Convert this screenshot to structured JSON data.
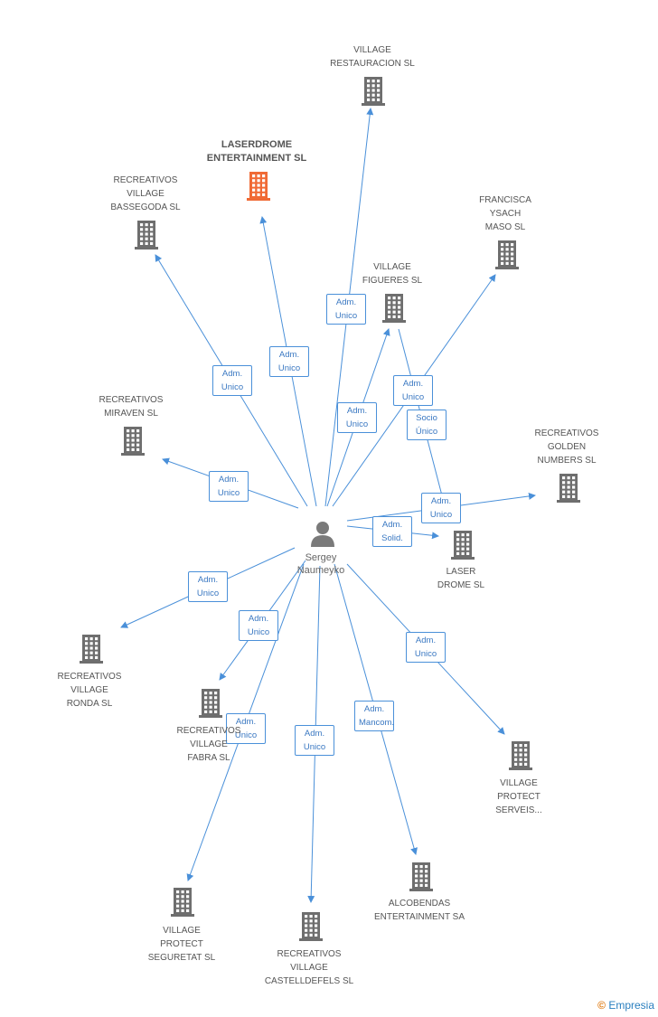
{
  "colors": {
    "edge": "#4a90d9",
    "building": "#6e6e6e",
    "building_main": "#f06a35",
    "person": "#7a7a7a"
  },
  "person": {
    "name": "Sergey\nNaumeyko",
    "icon": "person-icon"
  },
  "companies": [
    {
      "id": "village-restauracion",
      "label": "VILLAGE\nRESTAURACION SL",
      "icon": "building-icon"
    },
    {
      "id": "laserdrome-entertainment",
      "label": "LASERDROME\nENTERTAINMENT SL",
      "icon": "building-icon",
      "highlight": true
    },
    {
      "id": "recreativos-village-bassegoda",
      "label": "RECREATIVOS\nVILLAGE\nBASSEGODA SL",
      "icon": "building-icon"
    },
    {
      "id": "francisca-ysach-maso",
      "label": "FRANCISCA\nYSACH\nMASO SL",
      "icon": "building-icon"
    },
    {
      "id": "village-figueres",
      "label": "VILLAGE\nFIGUERES SL",
      "icon": "building-icon"
    },
    {
      "id": "recreativos-miraven",
      "label": "RECREATIVOS\nMIRAVEN SL",
      "icon": "building-icon"
    },
    {
      "id": "recreativos-golden-numbers",
      "label": "RECREATIVOS\nGOLDEN\nNUMBERS SL",
      "icon": "building-icon"
    },
    {
      "id": "laser-drome",
      "label": "LASER\nDROME SL",
      "icon": "building-icon"
    },
    {
      "id": "recreativos-village-ronda",
      "label": "RECREATIVOS\nVILLAGE\nRONDA SL",
      "icon": "building-icon"
    },
    {
      "id": "recreativos-village-fabra",
      "label": "RECREATIVOS\nVILLAGE\nFABRA SL",
      "icon": "building-icon"
    },
    {
      "id": "village-protect-serveis",
      "label": "VILLAGE\nPROTECT\nSERVEIS...",
      "icon": "building-icon"
    },
    {
      "id": "village-protect-seguretat",
      "label": "VILLAGE\nPROTECT\nSEGURETAT SL",
      "icon": "building-icon"
    },
    {
      "id": "recreativos-village-castelldefels",
      "label": "RECREATIVOS\nVILLAGE\nCASTELLDEFELS SL",
      "icon": "building-icon"
    },
    {
      "id": "alcobendas-entertainment",
      "label": "ALCOBENDAS\nENTERTAINMENT SA",
      "icon": "building-icon"
    }
  ],
  "edges": [
    {
      "from": "person",
      "to": "village-restauracion",
      "label": "Adm.\nUnico"
    },
    {
      "from": "person",
      "to": "laserdrome-entertainment",
      "label": "Adm.\nUnico"
    },
    {
      "from": "person",
      "to": "recreativos-village-bassegoda",
      "label": "Adm.\nUnico"
    },
    {
      "from": "person",
      "to": "village-figueres",
      "label": "Adm.\nUnico"
    },
    {
      "from": "person",
      "to": "francisca-ysach-maso",
      "label": "Adm.\nUnico"
    },
    {
      "from": "village-figueres",
      "to": "laser-drome",
      "label": "Socio\nÚnico"
    },
    {
      "from": "person",
      "to": "recreativos-miraven",
      "label": "Adm.\nUnico"
    },
    {
      "from": "person",
      "to": "recreativos-golden-numbers",
      "label": "Adm.\nUnico"
    },
    {
      "from": "person",
      "to": "laser-drome",
      "label": "Adm.\nSolid."
    },
    {
      "from": "person",
      "to": "recreativos-village-ronda",
      "label": "Adm.\nUnico"
    },
    {
      "from": "person",
      "to": "recreativos-village-fabra",
      "label": "Adm.\nUnico"
    },
    {
      "from": "person",
      "to": "village-protect-serveis",
      "label": "Adm.\nUnico"
    },
    {
      "from": "person",
      "to": "village-protect-seguretat",
      "label": "Adm.\nUnico"
    },
    {
      "from": "person",
      "to": "recreativos-village-castelldefels",
      "label": "Adm.\nUnico"
    },
    {
      "from": "person",
      "to": "alcobendas-entertainment",
      "label": "Adm.\nMancom."
    }
  ],
  "brand": {
    "copyright": "©",
    "name": "Empresia"
  }
}
